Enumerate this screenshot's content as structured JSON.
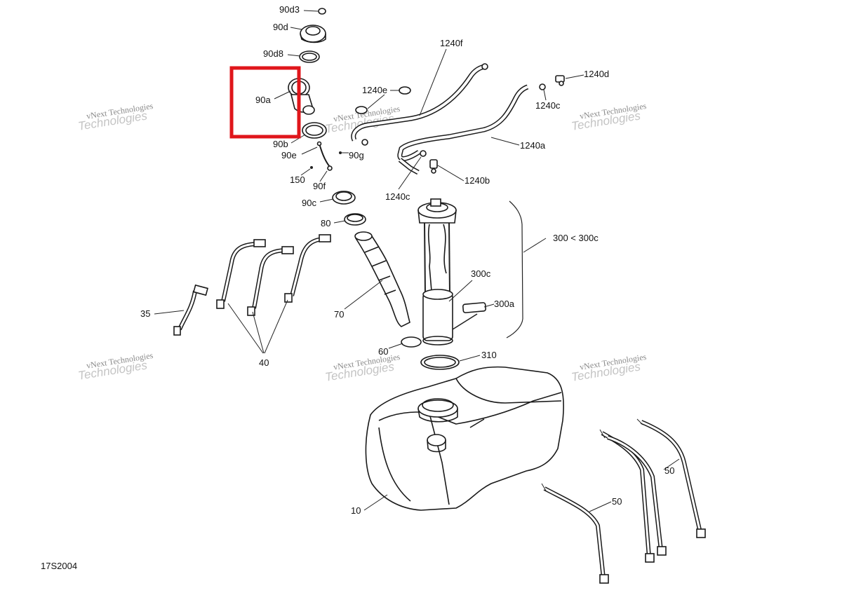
{
  "diagram": {
    "figure_id": "17S2004",
    "highlight_color": "#e0161b",
    "highlighted_part": "90a",
    "labels": {
      "p90d3": "90d3",
      "p90d": "90d",
      "p90d8": "90d8",
      "p90a": "90a",
      "p90b": "90b",
      "p90e": "90e",
      "p90g": "90g",
      "p150": "150",
      "p90f": "90f",
      "p90c": "90c",
      "p80": "80",
      "p70": "70",
      "p60": "60",
      "p35": "35",
      "p40": "40",
      "p1240f": "1240f",
      "p1240e": "1240e",
      "p1240d": "1240d",
      "p1240c_top": "1240c",
      "p1240a": "1240a",
      "p1240b": "1240b",
      "p1240c_mid": "1240c",
      "p300range": "300 < 300c",
      "p300c": "300c",
      "p300a": "300a",
      "p310": "310",
      "p10": "10",
      "p50_left": "50",
      "p50_right": "50"
    },
    "watermark": {
      "line1": "vNext Technologies",
      "line2": "Technologies"
    }
  }
}
